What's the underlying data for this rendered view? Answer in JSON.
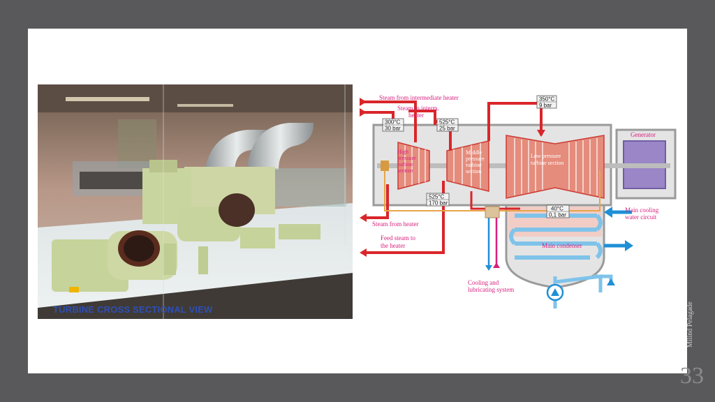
{
  "photo": {
    "caption": "TURBINE CROSS SECTIONAL VIEW"
  },
  "diagram": {
    "labels": {
      "steam_intermediate": "Steam from intermediate heater",
      "steam_to_interm_1": "Steam to interm.",
      "steam_to_interm_2": "heater",
      "hp_1": "High",
      "hp_2": "pressure",
      "hp_3": "turbine",
      "hp_4": "section",
      "mp_1": "Middle",
      "mp_2": "pressure",
      "mp_3": "turbine",
      "mp_4": "section",
      "lp_1": "Low pressure",
      "lp_2": "turbine section",
      "generator": "Generator",
      "steam_from_heater": "Steam from heater",
      "feed_steam_1": "Feed steam to",
      "feed_steam_2": "the heater",
      "cooling_water_1": "Main cooling",
      "cooling_water_2": "water circuit",
      "condenser": "Main condenser",
      "lubricating_1": "Cooling and",
      "lubricating_2": "lubricating system"
    },
    "tags": {
      "t300_temp": "300°C",
      "t300_bar": "30 bar",
      "t525_temp": "525°C",
      "t525_bar": "25 bar",
      "t350_temp": "350°C",
      "t350_bar": "9 bar",
      "t525b_temp": "525°C",
      "t525b_bar": "170 bar",
      "t40_temp": "40°C",
      "t40_bar": "0,1 bar"
    },
    "colors": {
      "steam": "#d9262a",
      "cooling": "#7fc3ea",
      "label_pink": "#d8207e",
      "generator": "#9b86c7"
    }
  },
  "footer": {
    "author": "Milind Pelagade",
    "page_number": "33"
  }
}
